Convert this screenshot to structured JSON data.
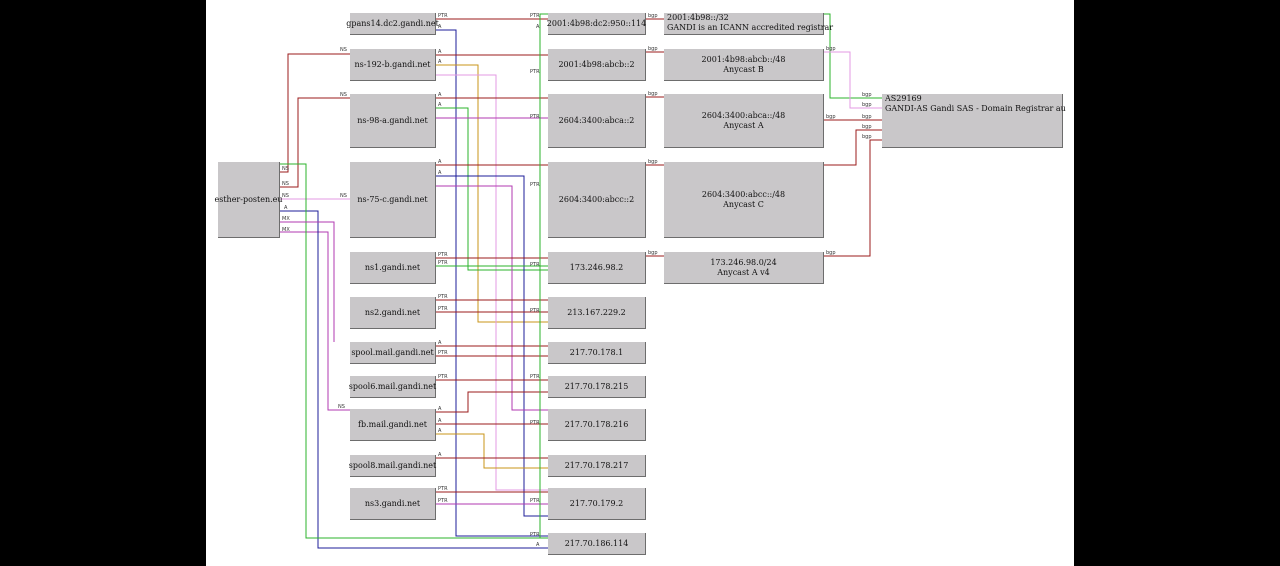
{
  "nodes": {
    "esther": "esther-posten.eu",
    "gpans14": "gpans14.dc2.gandi.net",
    "ns192b": "ns-192-b.gandi.net",
    "ns98a": "ns-98-a.gandi.net",
    "ns75c": "ns-75-c.gandi.net",
    "ns1": "ns1.gandi.net",
    "ns2": "ns2.gandi.net",
    "spool": "spool.mail.gandi.net",
    "spool6": "spool6.mail.gandi.net",
    "fb": "fb.mail.gandi.net",
    "spool8": "spool8.mail.gandi.net",
    "ns3": "ns3.gandi.net",
    "ip_dc2": "2001:4b98:dc2:950::114",
    "ip_abcb": "2001:4b98:abcb::2",
    "ip_3400a": "2604:3400:abca::2",
    "ip_3400c": "2604:3400:abcc::2",
    "ip_17324698": "173.246.98.2",
    "ip_213": "213.167.229.2",
    "ip_2177001": "217.70.178.1",
    "ip_215": "217.70.178.215",
    "ip_216": "217.70.178.216",
    "ip_217": "217.70.178.217",
    "ip_179": "217.70.179.2",
    "ip_186": "217.70.186.114",
    "pfx_32_line1": "2001:4b98::/32",
    "pfx_32_line2": "GANDI is an ICANN accredited registrar",
    "pfx_b_line1": "2001:4b98:abcb::/48",
    "pfx_b_line2": "Anycast B",
    "pfx_a_line1": "2604:3400:abca::/48",
    "pfx_a_line2": "Anycast A",
    "pfx_c_line1": "2604:3400:abcc::/48",
    "pfx_c_line2": "Anycast C",
    "pfx_v4_line1": "173.246.98.0/24",
    "pfx_v4_line2": "Anycast A v4",
    "as_line1": "AS29169",
    "as_line2": "GANDI-AS Gandi SAS - Domain Registrar au"
  },
  "edge_labels": {
    "ns": "NS",
    "mx": "MX",
    "a": "A",
    "ptr": "PTR",
    "bgp": "bgp"
  },
  "colors": {
    "red": "#9b1b1b",
    "green": "#2bb32b",
    "blue": "#1c1c9a",
    "orange": "#c9941a",
    "magenta": "#b23ab2",
    "pink": "#e39ae3",
    "node_fill": "#c9c7c9",
    "canvas": "#ffffff",
    "frame": "#000000"
  }
}
